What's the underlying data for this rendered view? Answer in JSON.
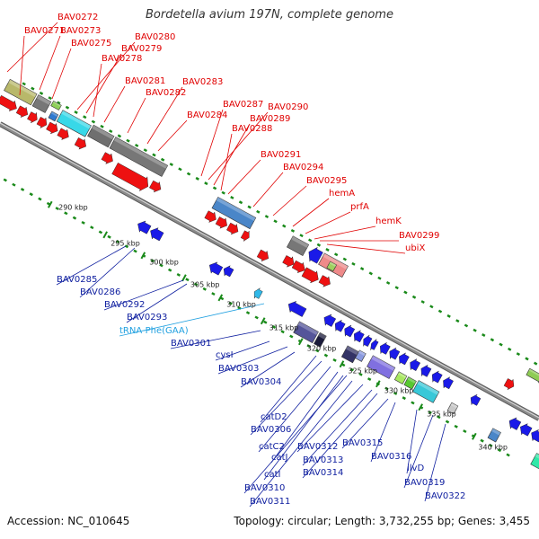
{
  "title": "Bordetella avium 197N, complete genome",
  "footer": {
    "accession": "Accession: NC_010645",
    "topology": "Topology: circular;",
    "length": "Length: 3,732,255 bp;",
    "genes": "Genes: 3,455"
  },
  "colors": {
    "forward_label": "#e00000",
    "reverse_label": "#1020a0",
    "trna_label": "#20a0e0",
    "backbone": "#8a8a8a",
    "ticks": "#1a8a1a",
    "cds_forward": "#ee1111",
    "cds_reverse": "#1a1ae8"
  },
  "scale": {
    "ticks": [
      {
        "label": "290 kbp"
      },
      {
        "label": "295 kbp"
      },
      {
        "label": "300 kbp"
      },
      {
        "label": "305 kbp"
      },
      {
        "label": "310 kbp"
      },
      {
        "label": "315 kbp"
      },
      {
        "label": "320 kbp"
      },
      {
        "label": "325 kbp"
      },
      {
        "label": "330 kbp"
      },
      {
        "label": "335 kbp"
      },
      {
        "label": "340 kbp"
      }
    ]
  },
  "forward_labels": [
    "BAV0272",
    "BAV0271",
    "BAV0273",
    "BAV0275",
    "BAV0280",
    "BAV0279",
    "BAV0278",
    "BAV0281",
    "BAV0282",
    "BAV0283",
    "BAV0284",
    "BAV0287",
    "BAV0290",
    "BAV0289",
    "BAV0288",
    "BAV0291",
    "BAV0294",
    "BAV0295",
    "hemA",
    "prfA",
    "hemK",
    "BAV0299",
    "ubiX"
  ],
  "reverse_labels": [
    "BAV0285",
    "BAV0286",
    "BAV0292",
    "BAV0293",
    "BAV0301",
    "cysI",
    "BAV0303",
    "BAV0304",
    "catD2",
    "BAV0306",
    "catC2",
    "catJ",
    "catI",
    "BAV0310",
    "BAV0311",
    "BAV0312",
    "BAV0313",
    "BAV0314",
    "BAV0315",
    "BAV0316",
    "ilvD",
    "BAV0319",
    "BAV0322"
  ],
  "trna_labels": [
    "tRNA-Phe(GAA)"
  ]
}
